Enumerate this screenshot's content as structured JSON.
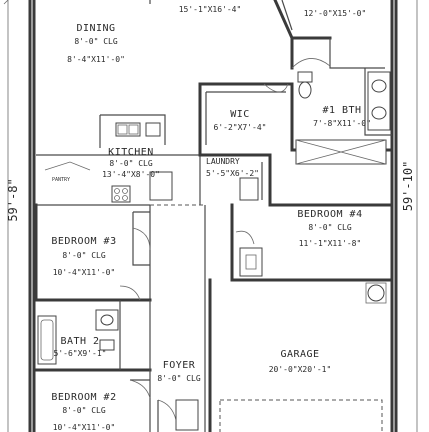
{
  "dimensions": {
    "left": "59'-8\"",
    "right": "59'-10\""
  },
  "top_partial": {
    "center": "15'-1\"X16'-4\"",
    "right": "12'-0\"X15'-0\""
  },
  "rooms": {
    "dining": {
      "name": "DINING",
      "clg": "8'-0\" CLG",
      "size": "8'-4\"X11'-0\""
    },
    "kitchen": {
      "name": "KITCHEN",
      "clg": "8'-0\" CLG",
      "size": "13'-4\"X8'-0\""
    },
    "wic": {
      "name": "WIC",
      "size": "6'-2\"X7'-4\""
    },
    "bath1": {
      "name": "#1 BTH",
      "size": "7'-8\"X11'-0\""
    },
    "laundry": {
      "name": "LAUNDRY",
      "size": "5'-5\"X6'-2\""
    },
    "bedroom4": {
      "name": "BEDROOM #4",
      "clg": "8'-0\" CLG",
      "size": "11'-1\"X11'-8\""
    },
    "bedroom3": {
      "name": "BEDROOM #3",
      "clg": "8'-0\" CLG",
      "size": "10'-4\"X11'-0\""
    },
    "bath2": {
      "name": "BATH 2",
      "size": "5'-6\"X9'-1\""
    },
    "foyer": {
      "name": "FOYER",
      "clg": "8'-0\" CLG"
    },
    "garage": {
      "name": "GARAGE",
      "size": "20'-0\"X20'-1\""
    },
    "bedroom2": {
      "name": "BEDROOM #2",
      "clg": "8'-0\" CLG",
      "size": "10'-4\"X11'-0\""
    }
  },
  "pantry_label": "PANTRY"
}
